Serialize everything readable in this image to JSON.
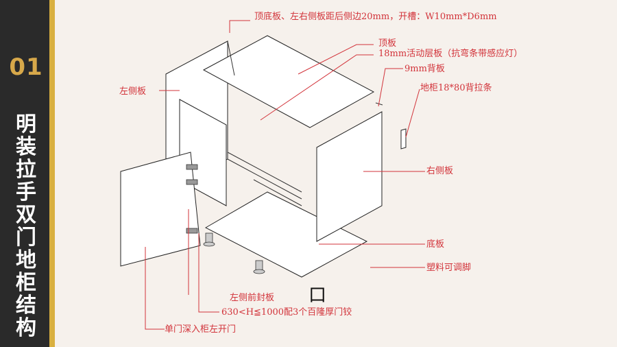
{
  "slide": {
    "number": "01",
    "title": "明装拉手双门地柜结构",
    "accent_color": "#d7a84a",
    "label_color": "#d2333a"
  },
  "labels": {
    "top_note": "顶底板、左右侧板距后侧边20mm，开槽：W10mm*D6mm",
    "top_board": "顶板",
    "shelf": "18mm活动层板（抗弯条带感应灯）",
    "back_board": "9mm背板",
    "left_side": "左侧板",
    "back_strip": "地柜18*80背拉条",
    "right_side": "右侧板",
    "bottom_board": "底板",
    "feet": "塑料可调脚",
    "front_seal": "左侧前封板",
    "hinges": "630<H≦1000配3个百隆厚门铰",
    "door": "单门深入柜左开门"
  },
  "mark": "口"
}
